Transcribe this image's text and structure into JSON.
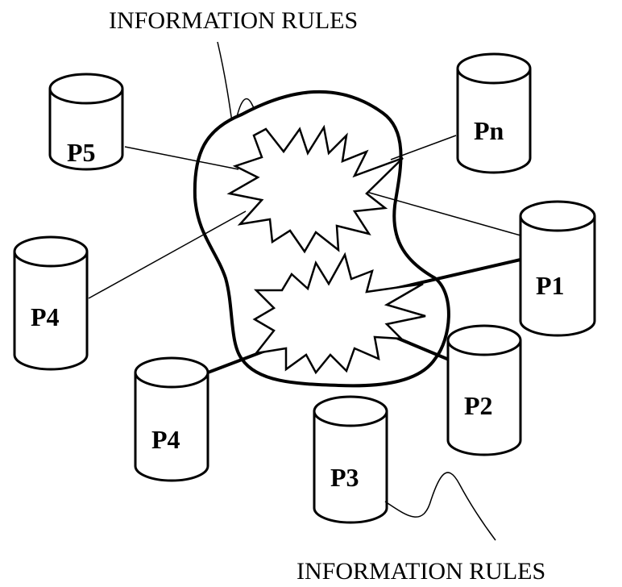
{
  "captions": {
    "top": "INFORMATION RULES",
    "bottom": "INFORMATION RULES"
  },
  "nodes": {
    "p5": "P5",
    "pn": "Pn",
    "p4_left": "P4",
    "p1": "P1",
    "p4_bottom": "P4",
    "p2": "P2",
    "p3": "P3"
  }
}
